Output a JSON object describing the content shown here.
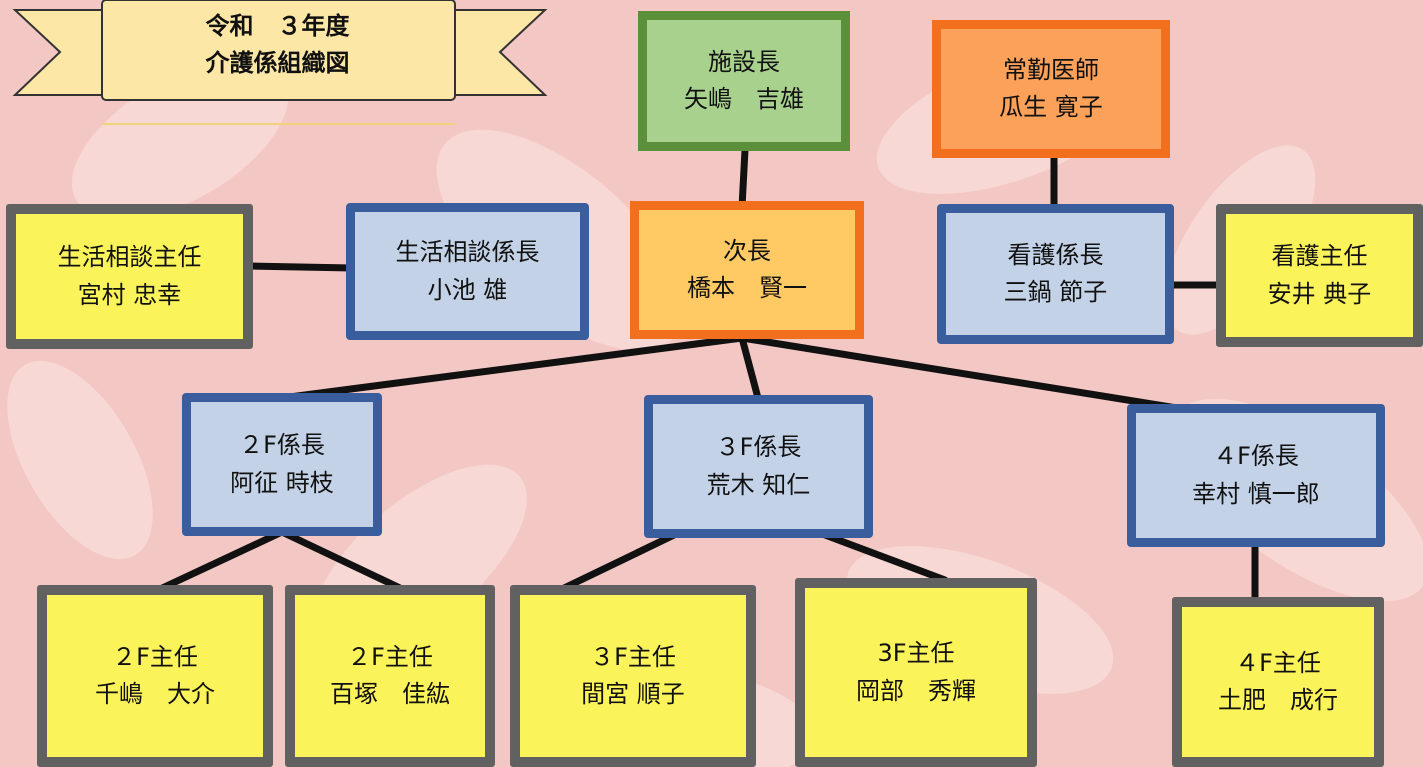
{
  "banner": {
    "line1": "令和　３年度",
    "line2": "介護係組織図"
  },
  "colors": {
    "director_fill": "#a8d18e",
    "director_border": "#5b8f3a",
    "doctor_fill": "#fba15a",
    "orange_border": "#f26f1d",
    "deputy_fill": "#ffc964",
    "chief_fill": "#c3d2e6",
    "chief_border": "#3a5d9e",
    "staff_fill": "#fbf35a",
    "staff_border": "#616161",
    "background": "#f3c7c3"
  },
  "nodes": {
    "director": {
      "role": "施設長",
      "name": "矢嶋　吉雄"
    },
    "doctor": {
      "role": "常勤医師",
      "name": "瓜生 寛子"
    },
    "deputy": {
      "role": "次長",
      "name": "橋本　賢一"
    },
    "consult_chief": {
      "role": "生活相談係長",
      "name": "小池 雄"
    },
    "consult_lead": {
      "role": "生活相談主任",
      "name": "宮村 忠幸"
    },
    "nursing_chief": {
      "role": "看護係長",
      "name": "三鍋 節子"
    },
    "nursing_lead": {
      "role": "看護主任",
      "name": "安井 典子"
    },
    "f2_chief": {
      "role": "２F係長",
      "name": "阿征 時枝"
    },
    "f3_chief": {
      "role": "３F係長",
      "name": "荒木 知仁"
    },
    "f4_chief": {
      "role": "４F係長",
      "name": "幸村 慎一郎"
    },
    "f2_lead_a": {
      "role": "２F主任",
      "name": "千嶋　大介"
    },
    "f2_lead_b": {
      "role": "２F主任",
      "name": "百塚　佳紘"
    },
    "f3_lead_a": {
      "role": "３F主任",
      "name": "間宮 順子"
    },
    "f3_lead_b": {
      "role": "3F主任",
      "name": "岡部　秀輝"
    },
    "f4_lead": {
      "role": "４F主任",
      "name": "土肥　成行"
    }
  }
}
